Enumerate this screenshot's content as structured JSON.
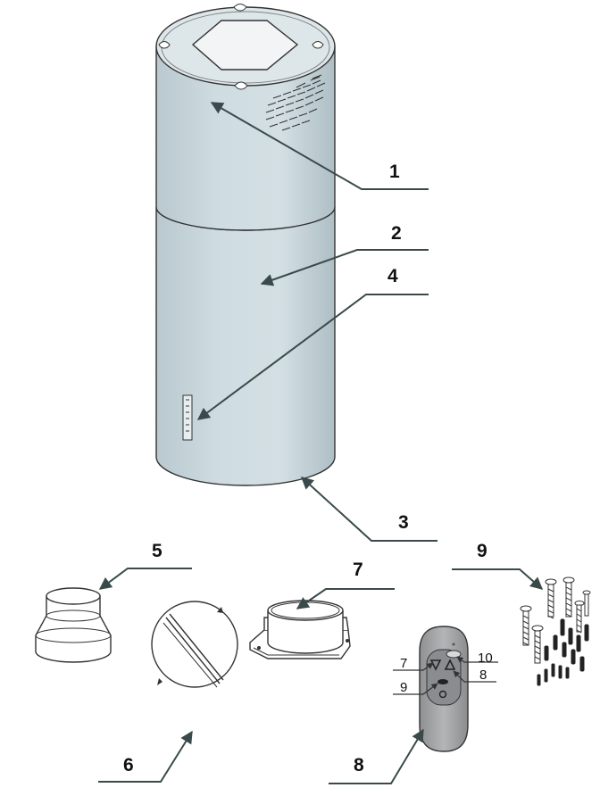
{
  "callouts": {
    "c1": "1",
    "c2": "2",
    "c3": "3",
    "c4": "4",
    "c5": "5",
    "c6": "6",
    "c7": "7",
    "c8": "8",
    "c9": "9"
  },
  "remote_callouts": {
    "r7": "7",
    "r8": "8",
    "r9": "9",
    "r10": "10"
  },
  "colors": {
    "hood_body": "#c9d7dc",
    "outline": "#333333",
    "remote_body": "#a7a9ab",
    "leader": "#3a4a4a"
  }
}
